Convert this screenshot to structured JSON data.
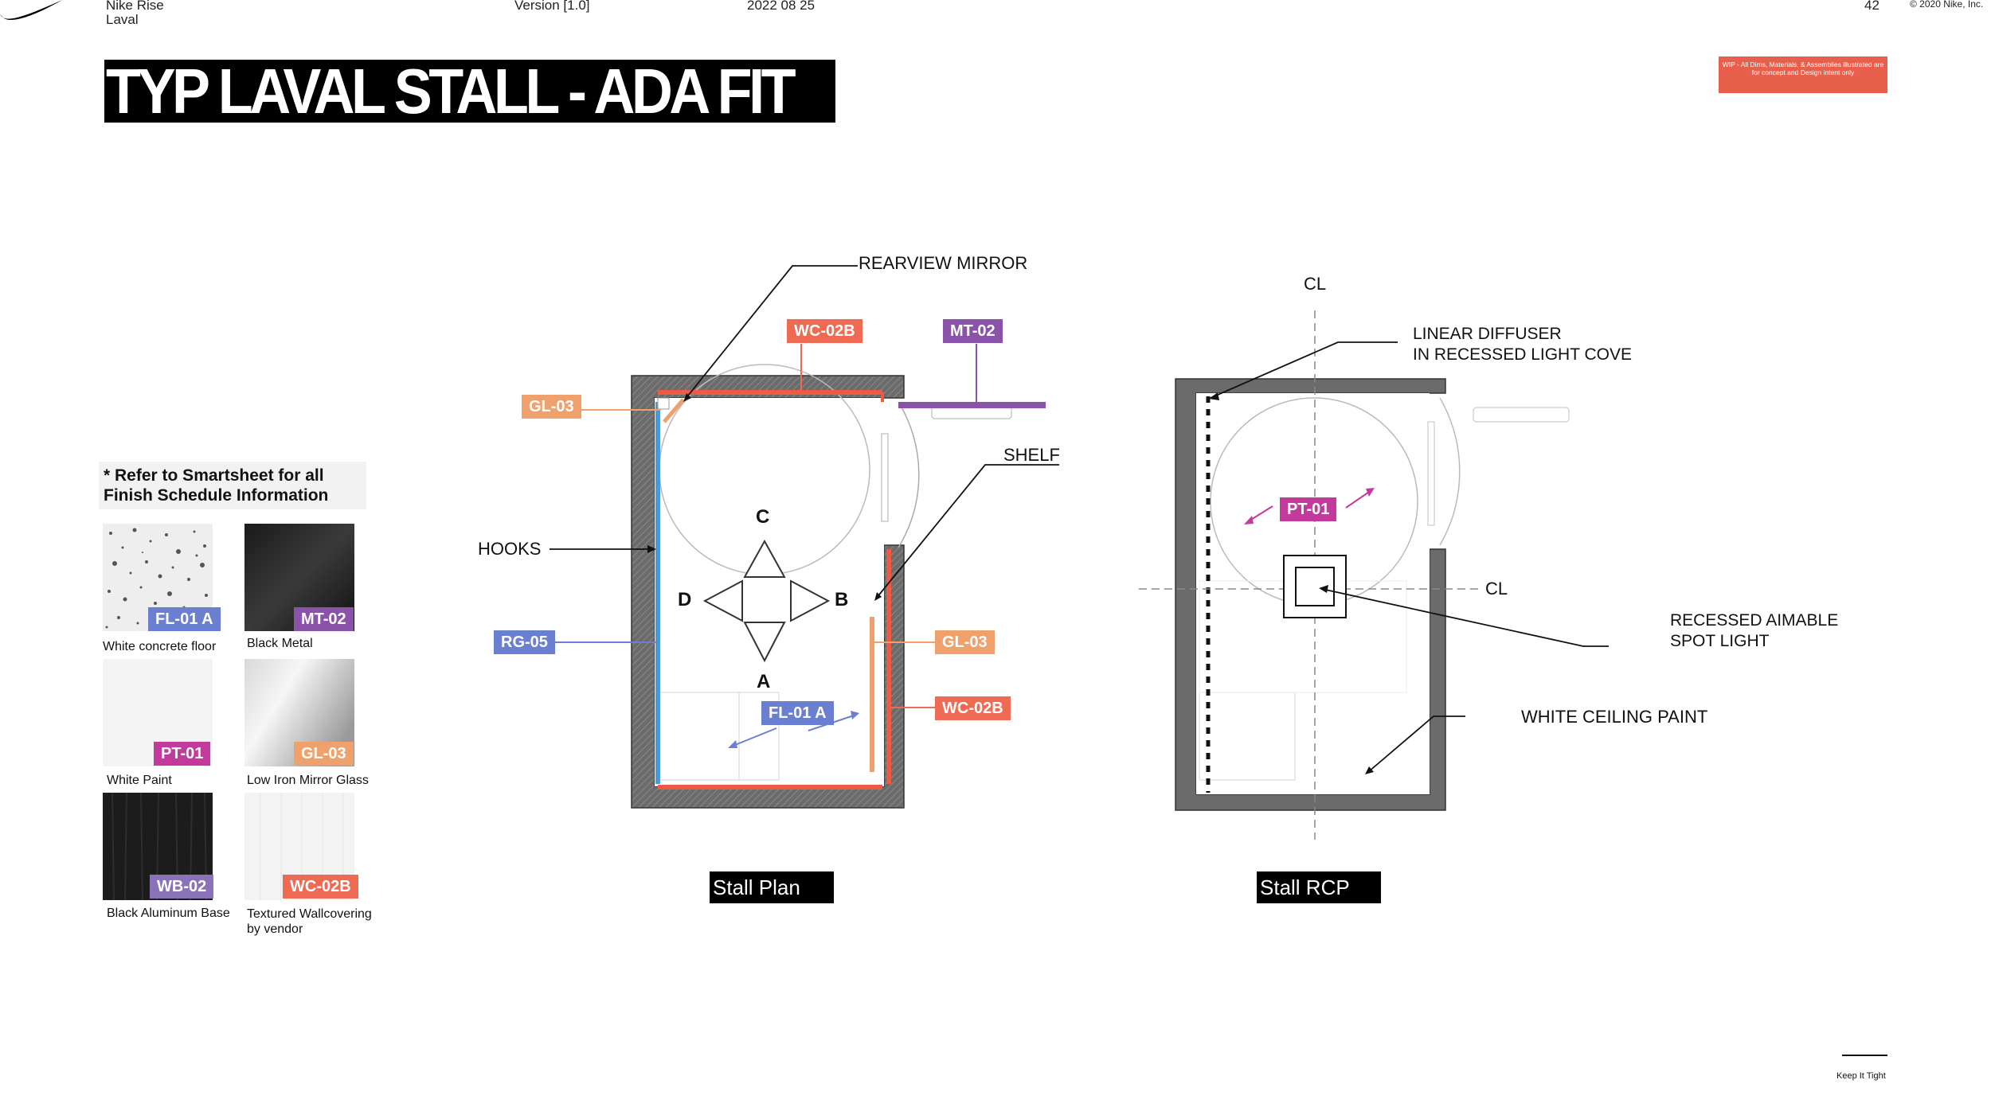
{
  "header": {
    "project_line1": "Nike Rise",
    "project_line2": "Laval",
    "version": "Version [1.0]",
    "date": "2022 08 25",
    "page_number": "42",
    "copyright": "© 2020 Nike, Inc."
  },
  "title": "TYP LAVAL STALL - ADA FIT",
  "wip_note": "WIP - All Dims, Materials, & Assemblies illustrated are for concept and Design intent only",
  "finish_note": "* Refer to Smartsheet for all Finish Schedule Information",
  "finishes": [
    {
      "code": "FL-01 A",
      "caption": "White concrete floor"
    },
    {
      "code": "MT-02",
      "caption": "Black Metal"
    },
    {
      "code": "PT-01",
      "caption": "White Paint"
    },
    {
      "code": "GL-03",
      "caption": "Low Iron Mirror Glass"
    },
    {
      "code": "WB-02",
      "caption": "Black Aluminum Base"
    },
    {
      "code": "WC-02B",
      "caption": "Textured Wallcovering by vendor"
    }
  ],
  "plan": {
    "caption": "Stall Plan",
    "labels": {
      "rearview_mirror": "REARVIEW MIRROR",
      "shelf": "SHELF",
      "hooks": "HOOKS"
    },
    "tags": {
      "wc_top": "WC-02B",
      "mt": "MT-02",
      "gl_left": "GL-03",
      "rg": "RG-05",
      "gl_right": "GL-03",
      "wc_right": "WC-02B",
      "floor": "FL-01 A"
    },
    "directions": {
      "c": "C",
      "a": "A",
      "d": "D",
      "b": "B"
    }
  },
  "rcp": {
    "caption": "Stall RCP",
    "labels": {
      "cl_top": "CL",
      "cl_right": "CL",
      "diffuser_1": "LINEAR DIFFUSER",
      "diffuser_2": "IN RECESSED LIGHT COVE",
      "spot_1": "RECESSED AIMABLE",
      "spot_2": "SPOT LIGHT",
      "ceiling_paint": "WHITE CEILING PAINT"
    },
    "tags": {
      "pt": "PT-01"
    }
  },
  "footer": {
    "tagline": "Keep It Tight"
  }
}
